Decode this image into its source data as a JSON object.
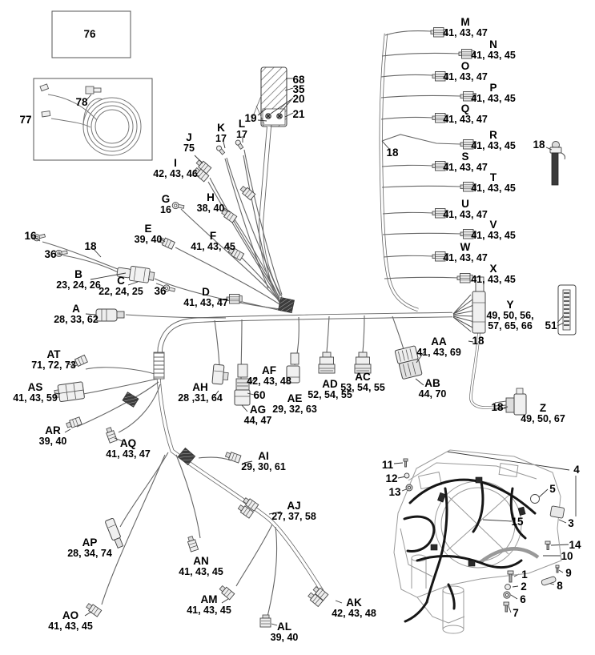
{
  "figure": {
    "title": "engine wiring harness parts diagram",
    "line_color": "#555555",
    "harness_color": "#1a1a1a",
    "text_color": "#000000"
  },
  "callouts": [
    {
      "id": "M",
      "title": "M",
      "sub": "41, 43, 47"
    },
    {
      "id": "N",
      "title": "N",
      "sub": "41, 43, 45"
    },
    {
      "id": "O",
      "title": "O",
      "sub": "41, 43, 47"
    },
    {
      "id": "P",
      "title": "P",
      "sub": "41, 43, 45"
    },
    {
      "id": "Q",
      "title": "Q",
      "sub": "41, 43, 47"
    },
    {
      "id": "R",
      "title": "R",
      "sub": "41, 43, 45"
    },
    {
      "id": "S",
      "title": "S",
      "sub": "41, 43, 47"
    },
    {
      "id": "T",
      "title": "T",
      "sub": "41, 43, 45"
    },
    {
      "id": "U",
      "title": "U",
      "sub": "41, 43, 47"
    },
    {
      "id": "V",
      "title": "V",
      "sub": "41, 43, 45"
    },
    {
      "id": "W",
      "title": "W",
      "sub": "41, 43, 47"
    },
    {
      "id": "X",
      "title": "X",
      "sub": "41, 43, 45"
    },
    {
      "id": "J",
      "title": "J",
      "sub": "75"
    },
    {
      "id": "I",
      "title": "I",
      "sub": "42, 43, 46"
    },
    {
      "id": "K",
      "title": "K",
      "sub": "17"
    },
    {
      "id": "L",
      "title": "L",
      "sub": "17"
    },
    {
      "id": "G",
      "title": "G",
      "sub": "16"
    },
    {
      "id": "H",
      "title": "H",
      "sub": "38, 40"
    },
    {
      "id": "E",
      "title": "E",
      "sub": "39, 40"
    },
    {
      "id": "F",
      "title": "F",
      "sub": "41, 43, 45"
    },
    {
      "id": "B",
      "title": "B",
      "sub": "23, 24, 26"
    },
    {
      "id": "C",
      "title": "C",
      "sub": "22, 24, 25"
    },
    {
      "id": "D",
      "title": "D",
      "sub": "41, 43, 47"
    },
    {
      "id": "A",
      "title": "A",
      "sub": "28, 33, 62"
    },
    {
      "id": "Y",
      "title": "Y",
      "sub": "49, 50, 56,",
      "sub2": "57, 65, 66"
    },
    {
      "id": "Z",
      "title": "Z",
      "sub": "49, 50, 67"
    },
    {
      "id": "AA",
      "title": "AA",
      "sub": "41, 43, 69"
    },
    {
      "id": "AB",
      "title": "AB",
      "sub": "44, 70"
    },
    {
      "id": "AC",
      "title": "AC",
      "sub": "53, 54, 55"
    },
    {
      "id": "AD",
      "title": "AD",
      "sub": "52, 54, 55"
    },
    {
      "id": "AE",
      "title": "AE",
      "sub": "29, 32, 63"
    },
    {
      "id": "AF",
      "title": "AF",
      "sub": "42, 43, 48"
    },
    {
      "id": "AG",
      "title": "AG",
      "sub": "44, 47"
    },
    {
      "id": "AH",
      "title": "AH",
      "sub": "28 ,31, 64"
    },
    {
      "id": "AT",
      "title": "AT",
      "sub": "71, 72, 73"
    },
    {
      "id": "AS",
      "title": "AS",
      "sub": "41, 43, 59"
    },
    {
      "id": "AR",
      "title": "AR",
      "sub": "39, 40"
    },
    {
      "id": "AQ",
      "title": "AQ",
      "sub": "41, 43, 47"
    },
    {
      "id": "AI",
      "title": "AI",
      "sub": "29, 30, 61"
    },
    {
      "id": "AJ",
      "title": "AJ",
      "sub": "27, 37, 58"
    },
    {
      "id": "AP",
      "title": "AP",
      "sub": "28, 34, 74"
    },
    {
      "id": "AN",
      "title": "AN",
      "sub": "41, 43, 45"
    },
    {
      "id": "AM",
      "title": "AM",
      "sub": "41, 43, 45"
    },
    {
      "id": "AO",
      "title": "AO",
      "sub": "41, 43, 45"
    },
    {
      "id": "AL",
      "title": "AL",
      "sub": "39, 40"
    },
    {
      "id": "AK",
      "title": "AK",
      "sub": "42, 43, 48"
    },
    {
      "id": "n16",
      "title": "16"
    },
    {
      "id": "n36a",
      "title": "36"
    },
    {
      "id": "n18a",
      "title": "18"
    },
    {
      "id": "n36b",
      "title": "36"
    },
    {
      "id": "n18bus",
      "title": "18"
    },
    {
      "id": "n18sensor",
      "title": "18"
    },
    {
      "id": "n51",
      "title": "51"
    },
    {
      "id": "n18y",
      "title": "18"
    },
    {
      "id": "n18z",
      "title": "18"
    },
    {
      "id": "n68",
      "title": "68"
    },
    {
      "id": "n35",
      "title": "35"
    },
    {
      "id": "n20",
      "title": "20"
    },
    {
      "id": "n21",
      "title": "21"
    },
    {
      "id": "n19",
      "title": "19"
    },
    {
      "id": "n60",
      "title": "60"
    },
    {
      "id": "n76",
      "title": "76"
    },
    {
      "id": "n77",
      "title": "77"
    },
    {
      "id": "n78",
      "title": "78"
    },
    {
      "id": "e11",
      "title": "11"
    },
    {
      "id": "e12",
      "title": "12"
    },
    {
      "id": "e13",
      "title": "13"
    },
    {
      "id": "e4",
      "title": "4"
    },
    {
      "id": "e5",
      "title": "5"
    },
    {
      "id": "e3",
      "title": "3"
    },
    {
      "id": "e15",
      "title": "15"
    },
    {
      "id": "e14",
      "title": "14"
    },
    {
      "id": "e10",
      "title": "10"
    },
    {
      "id": "e9",
      "title": "9"
    },
    {
      "id": "e8",
      "title": "8"
    },
    {
      "id": "e1",
      "title": "1"
    },
    {
      "id": "e2",
      "title": "2"
    },
    {
      "id": "e6",
      "title": "6"
    },
    {
      "id": "e7",
      "title": "7"
    }
  ]
}
